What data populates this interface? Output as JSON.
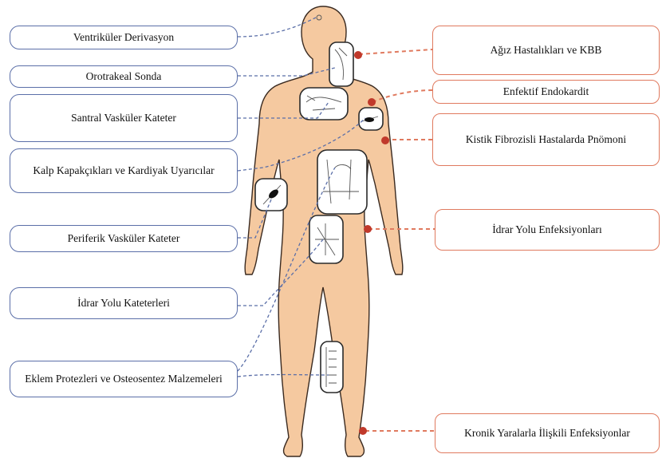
{
  "left_labels": [
    "Ventriküler Derivasyon",
    "Orotrakeal Sonda",
    "Santral Vasküler Kateter",
    "Kalp Kapakçıkları ve Kardiyak Uyarıcılar",
    "Periferik Vasküler Kateter",
    "İdrar Yolu Kateterleri",
    "Eklem Protezleri ve Osteosentez Malzemeleri"
  ],
  "right_labels": [
    "Ağız Hastalıkları ve KBB",
    "Enfektif  Endokardit",
    "Kistik Fibrozisli Hastalarda Pnömoni",
    "İdrar Yolu Enfeksiyonları",
    "Kronik Yaralarla İlişkili Enfeksiyonlar"
  ],
  "colors": {
    "body_fill": "#f5c9a0",
    "body_stroke": "#3a2a20",
    "left_border": "#5b6fa8",
    "right_border": "#e07a5f",
    "dot": "#c0392b"
  }
}
